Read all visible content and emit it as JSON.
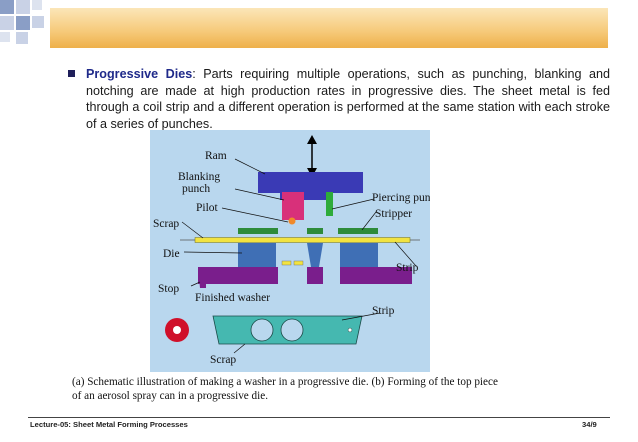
{
  "slide": {
    "bullet_term": "Progressive Dies",
    "bullet_text": ": Parts requiring multiple operations, such as punching, blanking and notching are made at high production rates in progressive dies. The sheet metal is fed through a coil strip and a different operation is performed at the same station with each stroke of a series of punches.",
    "caption_line1": "(a) Schematic illustration of making a washer in a progressive die.  (b) Forming of the top piece",
    "caption_line2": "of an aerosol spray can in a progressive die."
  },
  "figure": {
    "labels": {
      "ram": "Ram",
      "blanking_1": "Blanking",
      "blanking_2": "punch",
      "pilot": "Pilot",
      "scrap_top": "Scrap",
      "die": "Die",
      "stop": "Stop",
      "finished_washer": "Finished washer",
      "piercing_punch": "Piercing punch",
      "stripper": "Stripper",
      "strip_right": "Strip",
      "strip_bottom": "Strip",
      "scrap_bottom": "Scrap"
    }
  },
  "footer": {
    "left": "Lecture-05: Sheet Metal Forming Processes",
    "right": "34/9"
  },
  "colors": {
    "header": "#f6c978",
    "figure_bg": "#b9d7ee",
    "ram": "#3a3ab5",
    "die": "#3f6fb5",
    "stripper": "#2e8b3a",
    "strip": "#f2e340",
    "base": "#7a1e8c",
    "strip_piece": "#45b8b0",
    "washer": "#d0102a"
  }
}
